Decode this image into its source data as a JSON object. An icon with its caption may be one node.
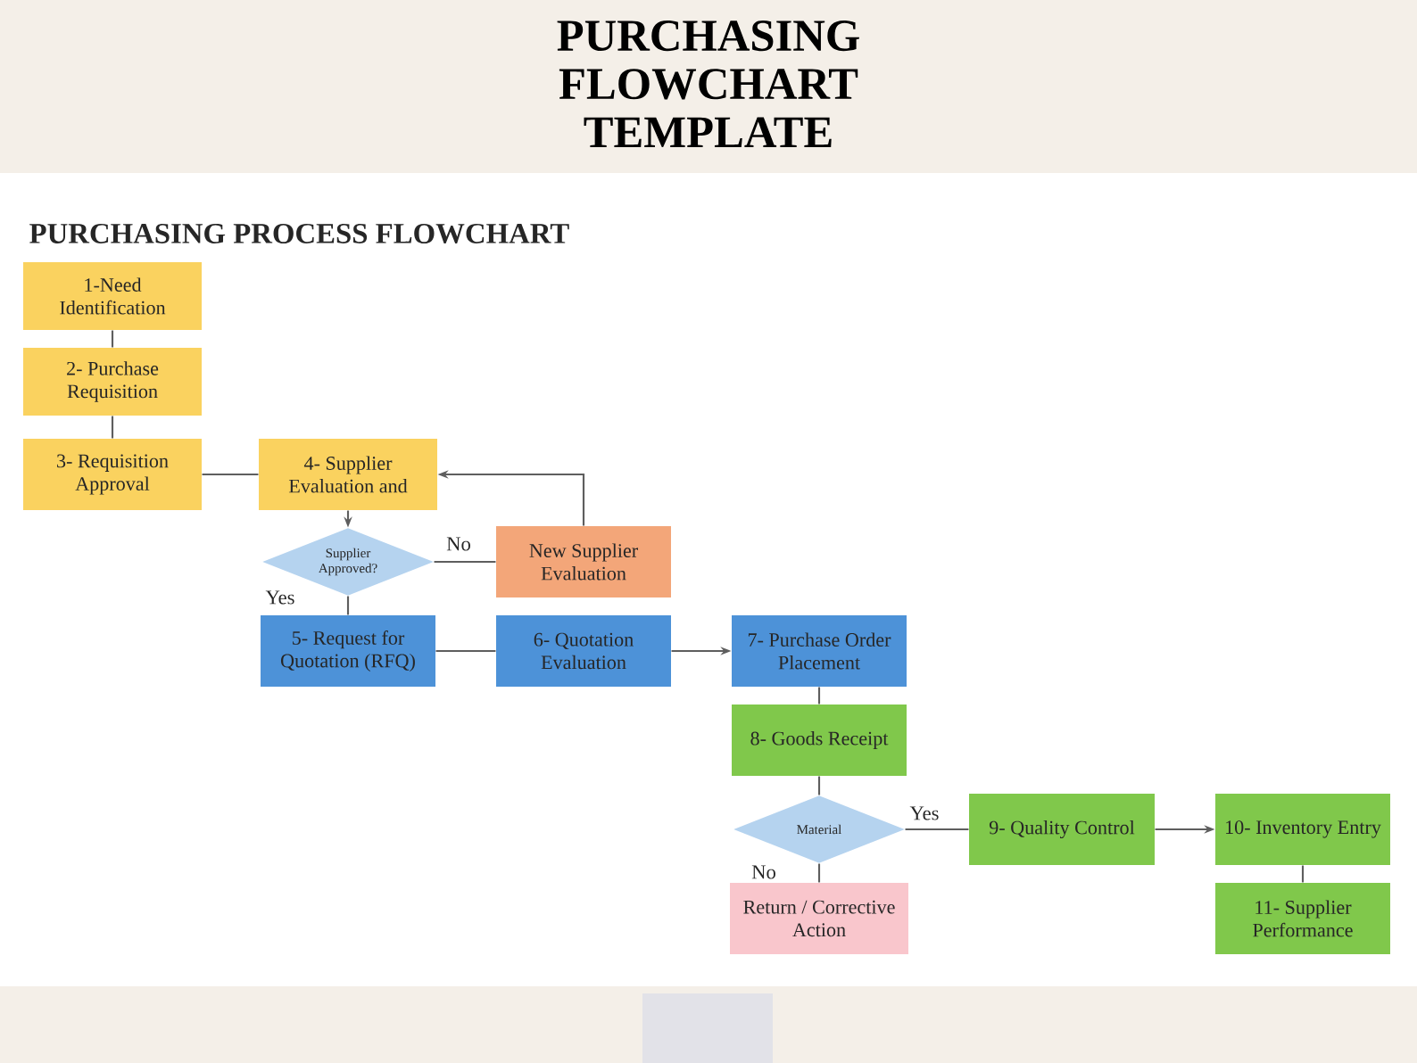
{
  "diagram": {
    "title": "PURCHASING FLOWCHART TEMPLATE",
    "nodes": [
      {
        "text": [
          "1-Need Identification"
        ]
      },
      {
        "text": [
          "2- Purchase Requisition"
        ]
      },
      {
        "text": [
          "3- Requisition Approval"
        ]
      },
      {
        "text": [
          "4- Supplier Evaluation and"
        ]
      },
      {
        "text": [
          "Supplier Approved?"
        ]
      },
      {
        "text": [
          "New Supplier Evaluation"
        ]
      },
      {
        "text": [
          "5- Request for Quotation (RFQ)"
        ]
      },
      {
        "text": [
          "6- Quotation Evaluation"
        ]
      },
      {
        "text": [
          "7- Purchase Order Placement"
        ]
      },
      {
        "text": [
          "8- Goods Receipt"
        ]
      },
      {
        "text": [
          "Material"
        ]
      },
      {
        "text": [
          "Return / Corrective Action"
        ]
      },
      {
        "text": [
          "9- Quality Control"
        ]
      },
      {
        "text": [
          "10- Inventory Entry"
        ]
      },
      {
        "text": [
          "11- Supplier Performance"
        ]
      }
    ],
    "edges": [
      {
        "from": 0,
        "to": 1,
        "arrow": "none"
      },
      {
        "from": 1,
        "to": 2,
        "arrow": "none"
      },
      {
        "from": 2,
        "to": 3,
        "arrow": "none"
      },
      {
        "from": 3,
        "to": 4,
        "arrow": "to"
      },
      {
        "from": 4,
        "to": 5,
        "arrow": "none",
        "label": "No"
      },
      {
        "from": 5,
        "to": 3,
        "arrow": "to"
      },
      {
        "from": 4,
        "to": 6,
        "arrow": "none",
        "label": "Yes"
      },
      {
        "from": 6,
        "to": 7,
        "arrow": "none"
      },
      {
        "from": 7,
        "to": 8,
        "arrow": "to"
      },
      {
        "from": 8,
        "to": 9,
        "arrow": "none"
      },
      {
        "from": 9,
        "to": 10,
        "arrow": "none"
      },
      {
        "from": 10,
        "to": 12,
        "arrow": "none",
        "label": "Yes"
      },
      {
        "from": 10,
        "to": 11,
        "arrow": "none",
        "label": "No"
      },
      {
        "from": 12,
        "to": 13,
        "arrow": "to"
      },
      {
        "from": 13,
        "to": 14,
        "arrow": "none"
      }
    ],
    "labels": [
      "PURCHASING PROCESS FLOWCHART"
    ]
  }
}
